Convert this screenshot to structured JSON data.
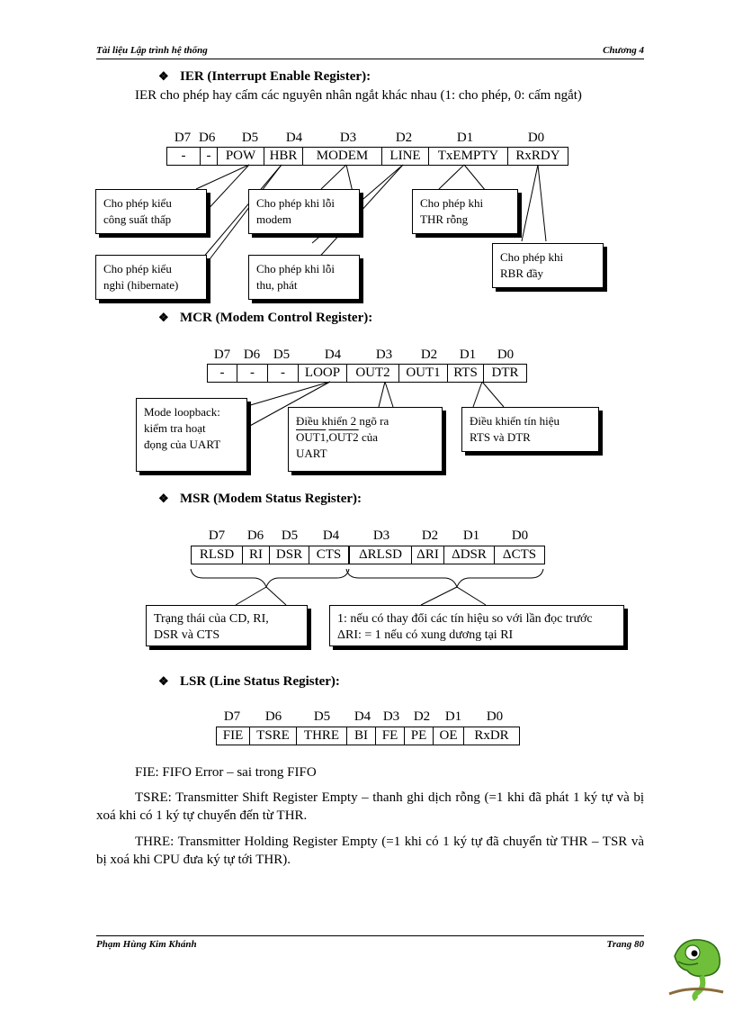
{
  "header": {
    "left": "Tài liệu Lập trình hệ thống",
    "right": "Chương 4"
  },
  "footer": {
    "left": "Phạm Hùng Kim Khánh",
    "right": "Trang 80"
  },
  "ier": {
    "heading": "IER (Interrupt Enable Register):",
    "desc": "IER cho phép hay cấm các nguyên nhân ngắt khác nhau (1: cho phép, 0: cấm ngắt)",
    "bits": [
      "D7",
      "D6",
      "D5",
      "D4",
      "D3",
      "D2",
      "D1",
      "D0"
    ],
    "cells": [
      "-",
      "-",
      "POW",
      "HBR",
      "MODEM",
      "LINE",
      "TxEMPTY",
      "RxRDY"
    ],
    "callouts": {
      "pow": [
        "Cho phép kiểu",
        "công suất thấp"
      ],
      "modem": [
        "Cho phép khi lỗi",
        "modem"
      ],
      "thr": [
        "Cho phép khi",
        "THR rỗng"
      ],
      "hbr": [
        "Cho phép kiểu",
        "nghỉ (hibernate)"
      ],
      "line": [
        "Cho phép khi lỗi",
        "thu, phát"
      ],
      "rbr": [
        "Cho phép khi",
        "RBR đầy"
      ]
    }
  },
  "mcr": {
    "heading": "MCR (Modem Control Register):",
    "bits": [
      "D7",
      "D6",
      "D5",
      "D4",
      "D3",
      "D2",
      "D1",
      "D0"
    ],
    "cells": [
      "-",
      "-",
      "-",
      "LOOP",
      "OUT2",
      "OUT1",
      "RTS",
      "DTR"
    ],
    "callouts": {
      "loop": [
        "Mode loopback:",
        "kiểm tra hoạt",
        "đọng của UART"
      ],
      "out_line1": "Điều khiển 2 ngõ ra",
      "out_sig1": "OUT1",
      "out_sep": ",",
      "out_sig2": "OUT2",
      "out_tail": " của",
      "out_line3": "UART",
      "rts": [
        "Điều khiển tín hiệu",
        "RTS và DTR"
      ]
    }
  },
  "msr": {
    "heading": "MSR (Modem Status Register):",
    "bits": [
      "D7",
      "D6",
      "D5",
      "D4",
      "D3",
      "D2",
      "D1",
      "D0"
    ],
    "cells": [
      "RLSD",
      "RI",
      "DSR",
      "CTS",
      "ΔRLSD",
      "ΔRI",
      "ΔDSR",
      "ΔCTS"
    ],
    "callouts": {
      "state": [
        "Trạng thái của CD, RI,",
        "DSR và CTS"
      ],
      "delta": [
        "1: nếu có thay đổi các tín hiệu so với lần đọc trước",
        "ΔRI: = 1 nếu có xung dương tại RI"
      ]
    }
  },
  "lsr": {
    "heading": "LSR (Line Status Register):",
    "bits": [
      "D7",
      "D6",
      "D5",
      "D4",
      "D3",
      "D2",
      "D1",
      "D0"
    ],
    "cells": [
      "FIE",
      "TSRE",
      "THRE",
      "BI",
      "FE",
      "PE",
      "OE",
      "RxDR"
    ]
  },
  "paragraphs": {
    "fie": "FIE: FIFO Error – sai trong FIFO",
    "tsre": "TSRE: Transmitter Shift Register Empty –  thanh ghi dịch rỗng (=1 khi đã phát 1 ký tự và bị xoá khi có 1 ký tự chuyển đến từ THR.",
    "thre": "THRE: Transmitter Holding Register Empty (=1 khi có 1 ký tự đã chuyển từ THR – TSR và bị xoá khi CPU đưa ký tự tới THR)."
  }
}
